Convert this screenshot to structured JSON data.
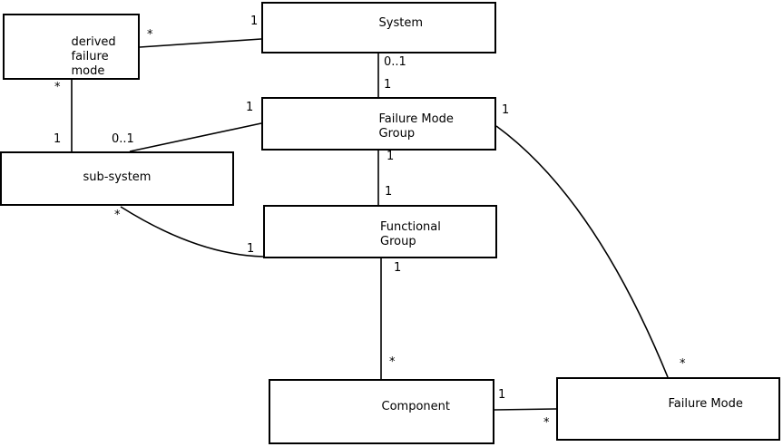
{
  "colors": {
    "background": "#ffffff",
    "line": "#000000",
    "text": "#000000"
  },
  "diagram": {
    "kind": "class-association-diagram",
    "boxes": [
      {
        "id": "derived-failure-mode",
        "label": "derived\nfailure\nmode"
      },
      {
        "id": "system",
        "label": "System"
      },
      {
        "id": "failure-mode-group",
        "label": "Failure Mode\nGroup"
      },
      {
        "id": "sub-system",
        "label": "sub-system"
      },
      {
        "id": "functional-group",
        "label": "Functional\nGroup"
      },
      {
        "id": "component",
        "label": "Component"
      },
      {
        "id": "failure-mode",
        "label": "Failure Mode"
      }
    ],
    "relations": [
      {
        "from": "derived failure mode",
        "to": "System",
        "from_mult": "*",
        "to_mult": "1"
      },
      {
        "from": "derived failure mode",
        "to": "sub-system",
        "from_mult": "*",
        "to_mult": "1"
      },
      {
        "from": "sub-system",
        "to": "Failure Mode Group",
        "from_mult": "0..1",
        "to_mult": "1"
      },
      {
        "from": "System",
        "to": "Failure Mode Group",
        "from_mult": "0..1",
        "to_mult": "1"
      },
      {
        "from": "Failure Mode Group",
        "to": "Functional Group",
        "from_mult": "1",
        "to_mult": "1"
      },
      {
        "from": "Functional Group",
        "to": "Component",
        "from_mult": "1",
        "to_mult": "*"
      },
      {
        "from": "sub-system",
        "to": "Functional Group",
        "from_mult": "*",
        "to_mult": "1"
      },
      {
        "from": "Failure Mode Group",
        "to": "Failure Mode",
        "from_mult": "1",
        "to_mult": "*"
      },
      {
        "from": "Component",
        "to": "Failure Mode",
        "from_mult": "1",
        "to_mult": "*"
      }
    ]
  }
}
